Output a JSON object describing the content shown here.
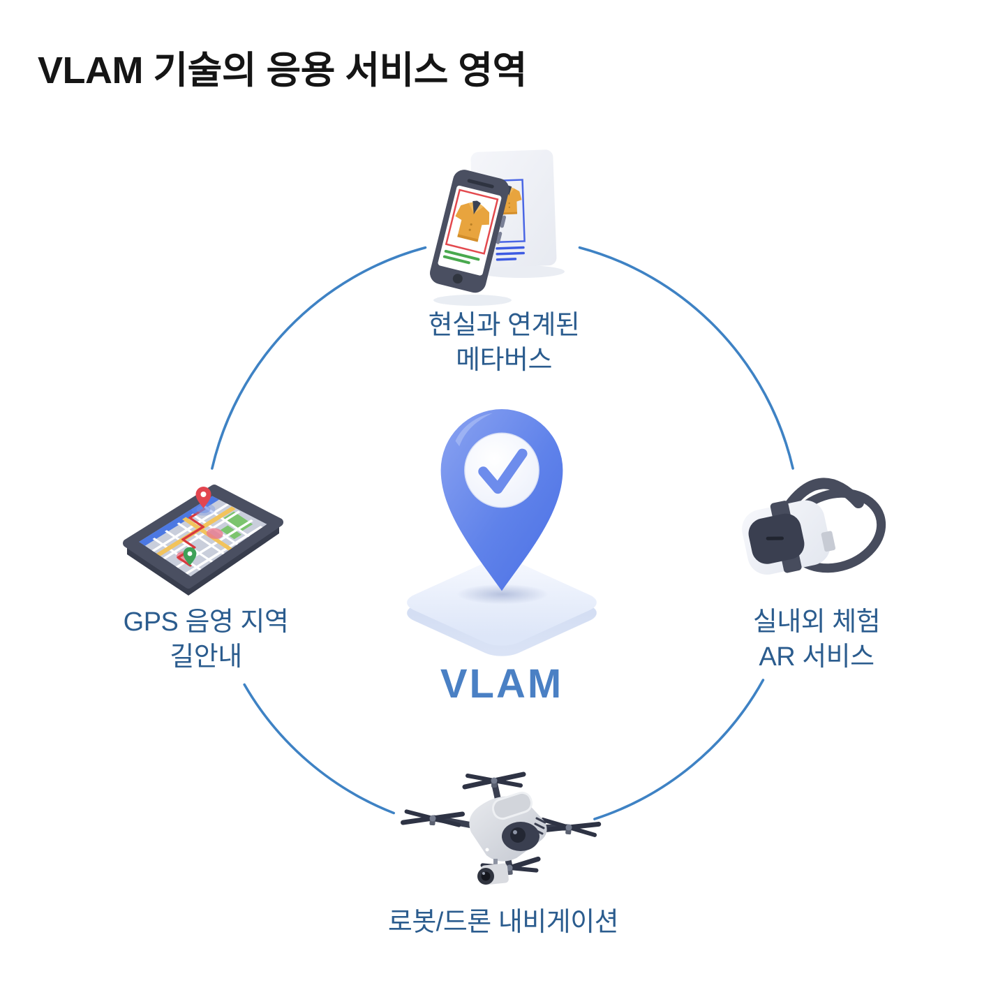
{
  "title": "VLAM 기술의 응용 서비스 영역",
  "center": {
    "label": "VLAM",
    "icon": "location-pin-check-icon"
  },
  "nodes": {
    "top": {
      "id": "metaverse",
      "icon": "metaverse-phone-icon",
      "lines": [
        "현실과 연계된",
        "메타버스"
      ]
    },
    "right": {
      "id": "ar-service",
      "icon": "vr-headset-icon",
      "lines": [
        "실내외 체험",
        "AR 서비스"
      ]
    },
    "bottom": {
      "id": "robot-drone-navigation",
      "icon": "drone-icon",
      "lines": [
        "로봇/드론 내비게이션"
      ]
    },
    "left": {
      "id": "gps-shadow-area-guidance",
      "icon": "map-phone-icon",
      "lines": [
        "GPS 음영 지역",
        "길안내"
      ]
    }
  },
  "colors": {
    "background": "#ffffff",
    "title_text": "#151515",
    "label_text": "#2b5c8e",
    "center_label_text": "#4a80c4",
    "ring_stroke": "#3e82c4",
    "pin_blue": "#5a7ee8",
    "platform_blue": "#dde6f8",
    "device_slate": "#4a4f61",
    "jacket_orange": "#e8a43e",
    "route_red": "#d8393e",
    "map_green": "#7cc46e",
    "map_yellow": "#f2c35c",
    "map_water_blue": "#4c78e2"
  }
}
